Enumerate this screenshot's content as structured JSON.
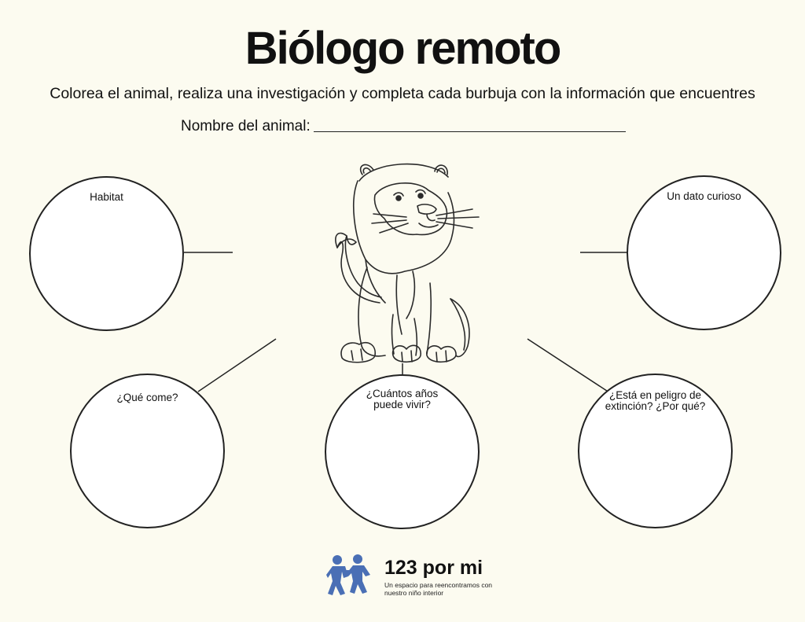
{
  "title": "Biólogo remoto",
  "instructions": "Colorea el animal, realiza una investigación y completa cada burbuja con la información que encuentres",
  "name_field": {
    "label": "Nombre del animal:"
  },
  "bubbles": {
    "habitat": "Habitat",
    "fun_fact": "Un dato curioso",
    "diet": "¿Qué come?",
    "lifespan_line1": "¿Cuántos años",
    "lifespan_line2": "puede vivir?",
    "endangered_line1": "¿Está en peligro de",
    "endangered_line2": "extinción? ¿Por qué?"
  },
  "illustration": {
    "icon": "lion-illustration",
    "line_color": "#2b2b2b"
  },
  "logo": {
    "icon": "two-children-logo",
    "name": "123 por mi",
    "tagline": "Un espacio para reencontramos con nuestro niño interior",
    "color": "#4a6fb5"
  },
  "colors": {
    "background": "#fcfbf0",
    "bubble_fill": "#ffffff",
    "stroke": "#222222"
  }
}
